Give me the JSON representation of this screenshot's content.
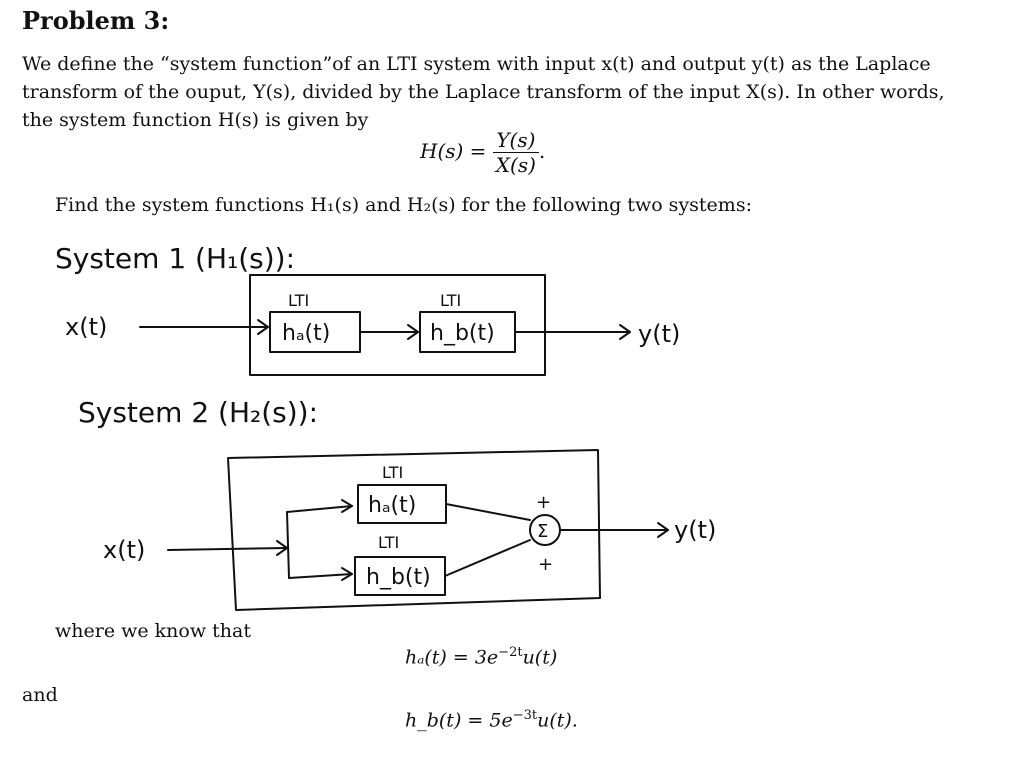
{
  "problem_title": "Problem 3:",
  "intro": {
    "line1": "We define the “system function”of an LTI system with input x(t) and output y(t) as the Laplace",
    "line2": "transform of the ouput, Y(s), divided by the Laplace transform of the input X(s). In other words,",
    "line3": "the system function H(s) is given by"
  },
  "system_function_eq": {
    "lhs": "H(s) =",
    "numerator": "Y(s)",
    "denominator": "X(s)",
    "end": "."
  },
  "find_text": "Find the system functions H₁(s) and H₂(s) for the following two systems:",
  "system1": {
    "heading": "System 1 (H₁(s)):",
    "input": "x(t)",
    "block_a_tag": "LTI",
    "block_a": "hₐ(t)",
    "block_b_tag": "LTI",
    "block_b": "h_b(t)",
    "output": "y(t)"
  },
  "system2": {
    "heading": "System 2 (H₂(s)):",
    "input": "x(t)",
    "block_a_tag": "LTI",
    "block_a": "hₐ(t)",
    "block_b_tag": "LTI",
    "block_b": "h_b(t)",
    "sum_symbol": "Σ",
    "plus_top": "+",
    "plus_bottom": "+",
    "output": "y(t)"
  },
  "where_text": "where we know that",
  "ha_eq": {
    "lhs": "hₐ(t) = 3e",
    "exp": "−2t",
    "rhs": "u(t)"
  },
  "and_text": "and",
  "hb_eq": {
    "lhs": "h_b(t) = 5e",
    "exp": "−3t",
    "rhs": "u(t)."
  }
}
